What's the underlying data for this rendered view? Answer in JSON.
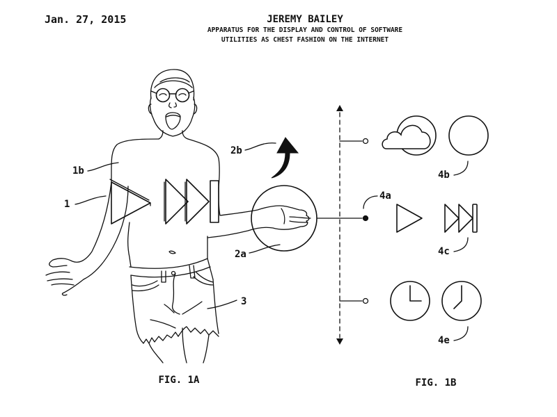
{
  "header": {
    "date": "Jan. 27, 2015",
    "inventor": "JEREMY BAILEY",
    "title_line1": "APPARATUS FOR THE DISPLAY AND CONTROL OF SOFTWARE",
    "title_line2": "UTILITIES AS CHEST FASHION ON THE INTERNET"
  },
  "figures": {
    "fig_1a": "FIG. 1A",
    "fig_1b": "FIG. 1B"
  },
  "labels": {
    "l1": "1",
    "l1b": "1b",
    "l2a": "2a",
    "l2b": "2b",
    "l3": "3",
    "l4a": "4a",
    "l4b": "4b",
    "l4c": "4c",
    "l4e": "4e"
  },
  "icons": {
    "chest_play": "play-icon",
    "chest_fast_forward": "fast-forward-icon",
    "up_arrow": "arrow-icon",
    "cloud": "cloud-icon",
    "empty_circle": "circle-icon",
    "play": "play-icon",
    "skip": "skip-forward-icon",
    "clock_3": "clock-icon",
    "clock_7": "clock-icon"
  },
  "colors": {
    "ink": "#111111",
    "paper": "#ffffff"
  }
}
